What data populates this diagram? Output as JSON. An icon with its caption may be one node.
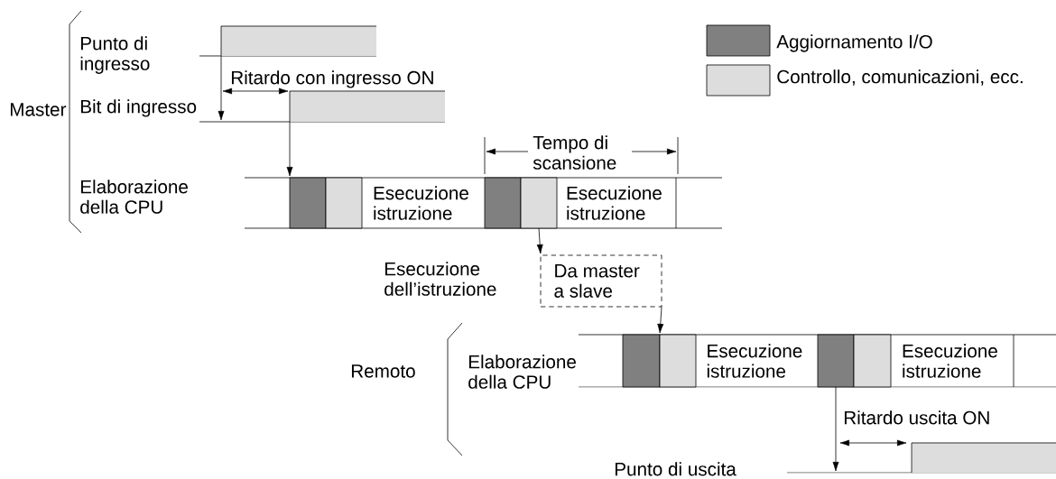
{
  "diagram": {
    "nodes": [
      {
        "text": [],
        "shape": "bar"
      },
      {
        "text": [],
        "shape": "bar"
      },
      {
        "text": [],
        "shape": "box"
      },
      {
        "text": [],
        "shape": "box"
      },
      {
        "text": [
          "Esecuzione istruzione"
        ]
      },
      {
        "text": [],
        "shape": "box"
      },
      {
        "text": [],
        "shape": "box"
      },
      {
        "text": [
          "Esecuzione istruzione"
        ]
      },
      {
        "text": [
          "Da master a slave"
        ]
      },
      {
        "text": [],
        "shape": "box"
      },
      {
        "text": [],
        "shape": "box"
      },
      {
        "text": [
          "Esecuzione istruzione"
        ]
      },
      {
        "text": [],
        "shape": "box"
      },
      {
        "text": [],
        "shape": "box"
      },
      {
        "text": [
          "Esecuzione istruzione"
        ]
      },
      {
        "text": [],
        "shape": "bar"
      }
    ],
    "edges": [
      {
        "from": 0,
        "to": null,
        "arrow": "to"
      },
      {
        "from": 1,
        "to": 2,
        "arrow": "to"
      },
      {
        "from": 6,
        "to": 8,
        "arrow": "to"
      },
      {
        "from": 8,
        "to": 10,
        "arrow": "to"
      },
      {
        "from": 12,
        "to": null,
        "arrow": "to"
      }
    ],
    "labels": [
      "Punto di ingresso",
      "Ritardo con ingresso ON",
      "Master",
      "Bit di ingresso",
      "Tempo di scansione",
      "Elaborazione della CPU",
      "Esecuzione dell’istruzione",
      "Elaborazione della CPU",
      "Remoto",
      "Ritardo uscita ON",
      "Punto di uscita"
    ],
    "legend": [
      {
        "text": "Aggiornamento I/O",
        "color": "#808080"
      },
      {
        "text": "Controllo, comunicazioni, ecc.",
        "color": "#dddddd"
      }
    ]
  }
}
